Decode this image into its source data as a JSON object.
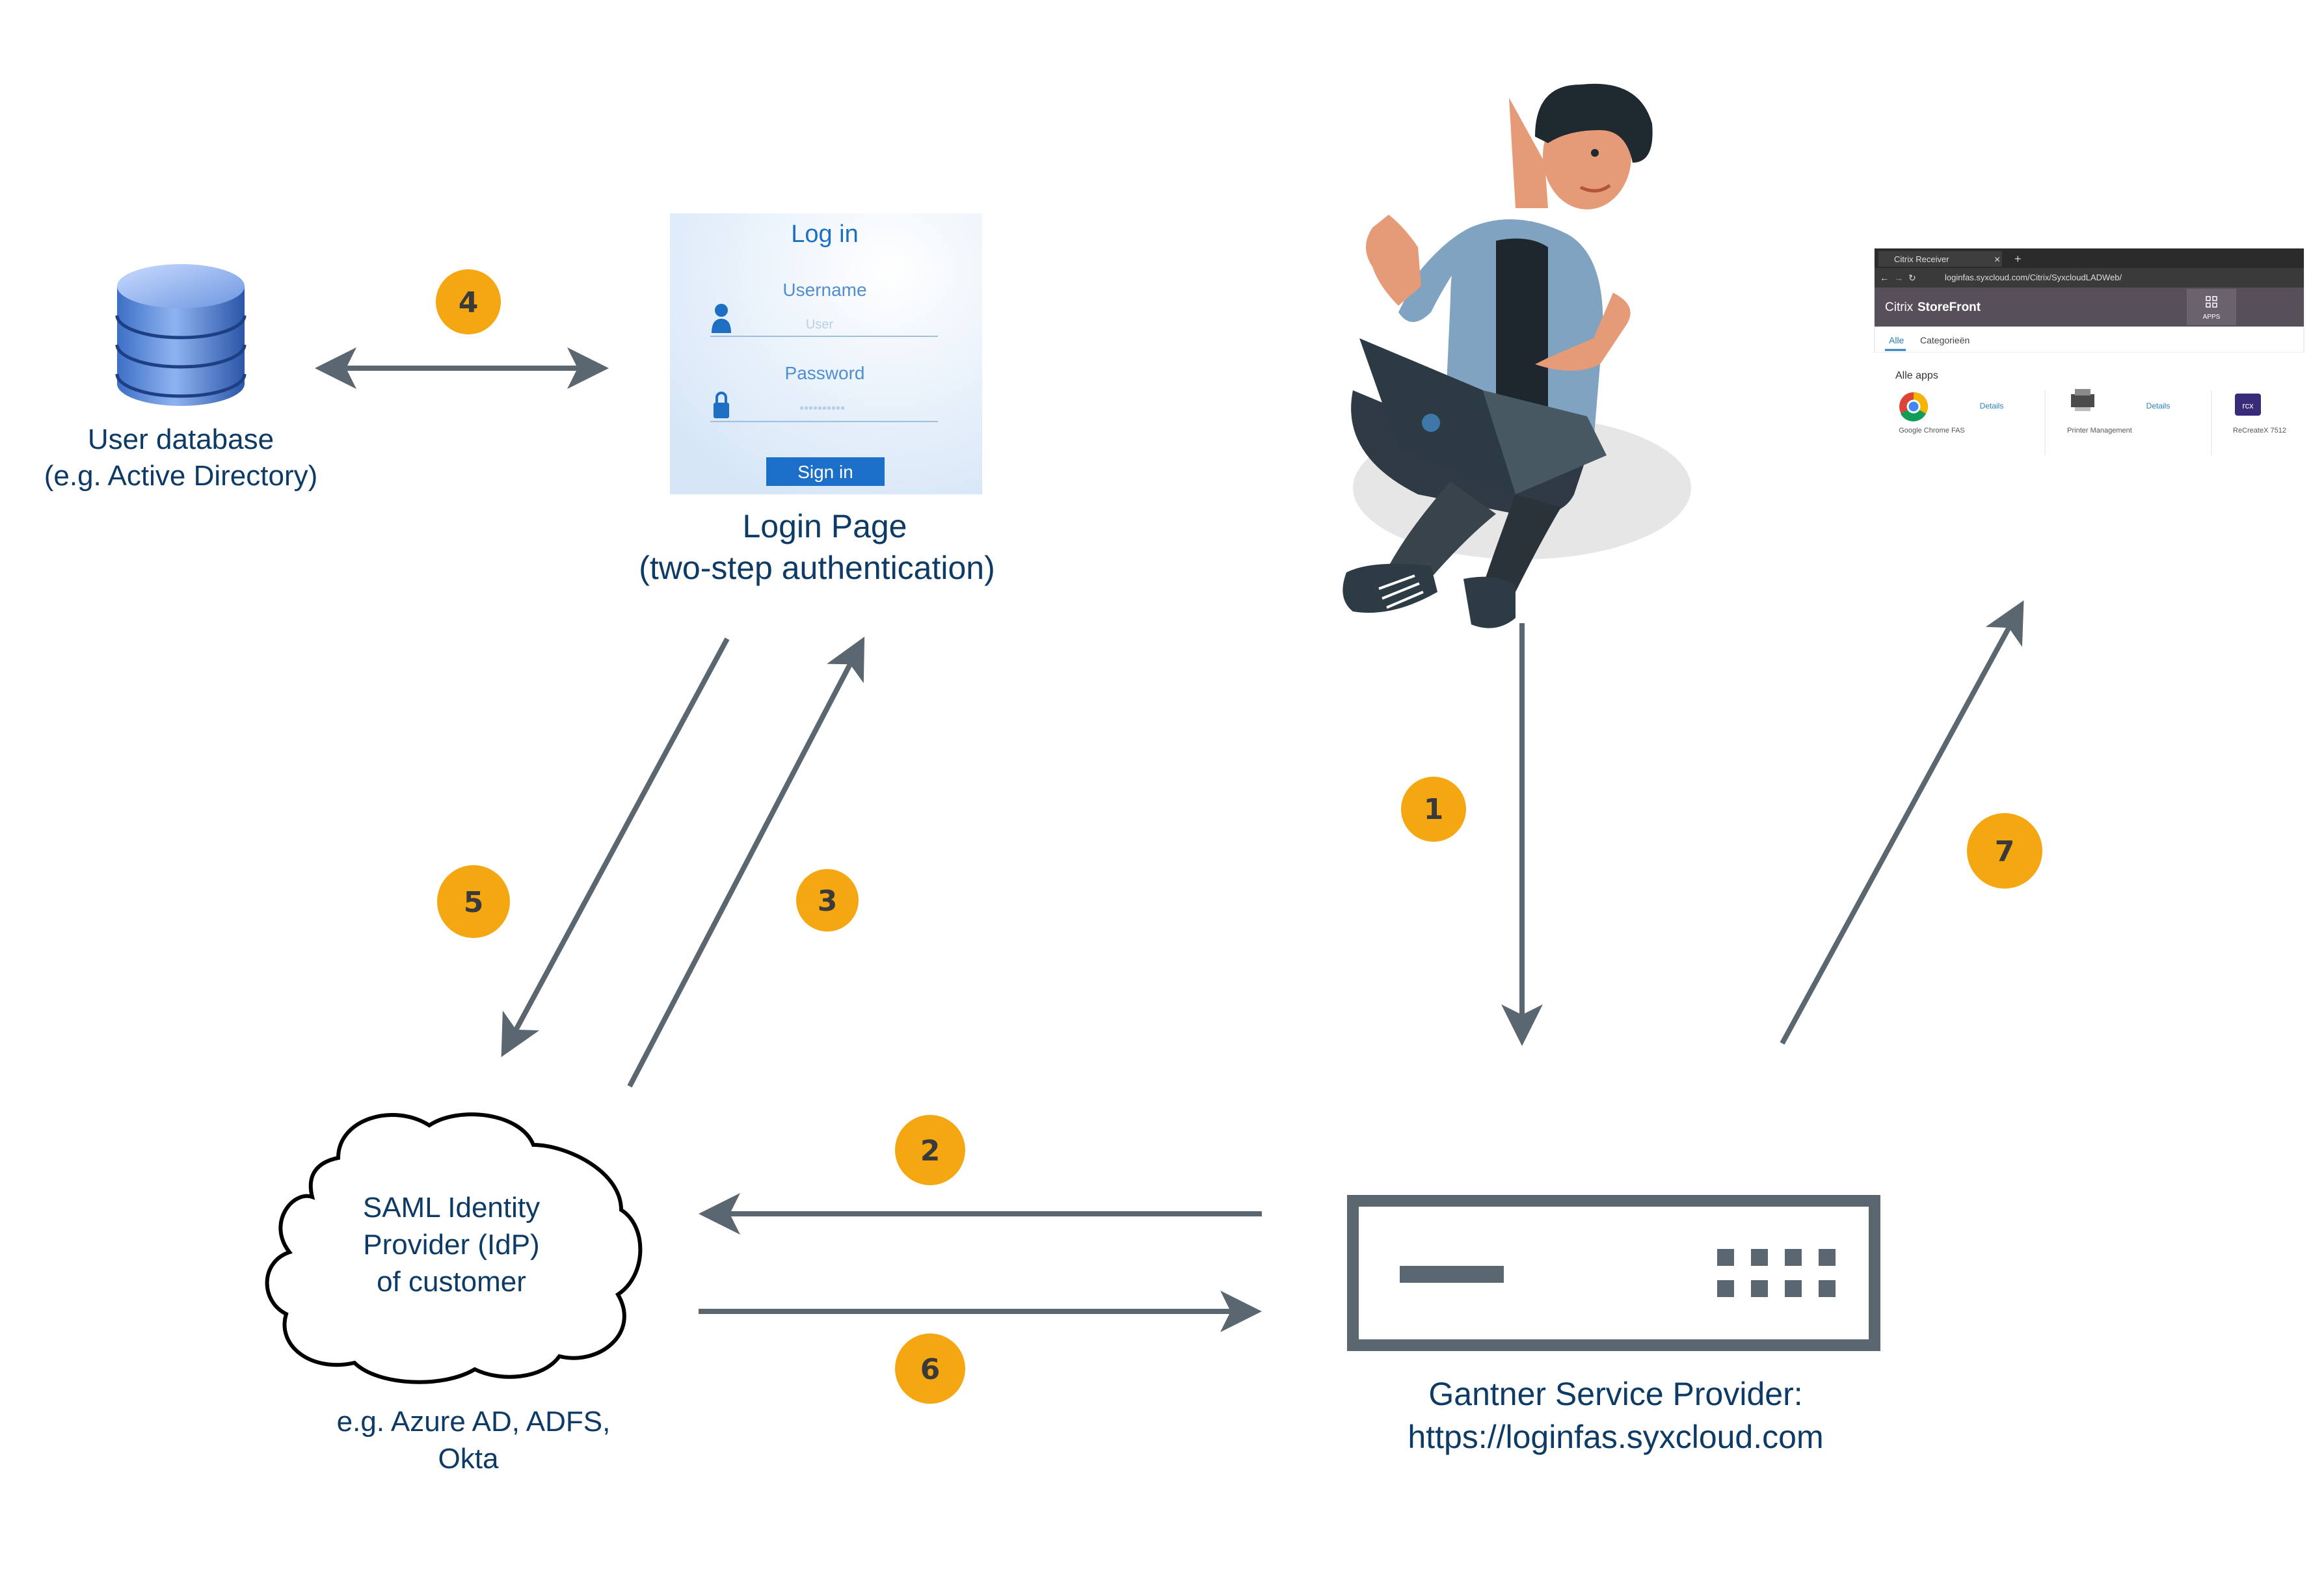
{
  "nodes": {
    "user_database": {
      "label_line1": "User database",
      "label_line2": "(e.g. Active Directory)"
    },
    "login_page": {
      "label_line1": "Login Page",
      "label_line2": "(two-step authentication)",
      "form": {
        "title": "Log in",
        "username_label": "Username",
        "username_placeholder": "User",
        "password_label": "Password",
        "password_placeholder": "••••••••••",
        "submit_label": "Sign in"
      }
    },
    "idp": {
      "label_line1": "SAML Identity",
      "label_line2": "Provider (IdP)",
      "label_line3": "of customer",
      "examples_line1": "e.g. Azure AD, ADFS,",
      "examples_line2": "Okta"
    },
    "service_provider": {
      "label_line1": "Gantner Service Provider:",
      "label_line2": "https://loginfas.syxcloud.com"
    },
    "storefront": {
      "tab_title": "Citrix Receiver",
      "url": "loginfas.syxcloud.com/Citrix/SyxcloudLADWeb/",
      "brand_prefix": "Citrix",
      "brand_name": "StoreFront",
      "apps_label": "APPS",
      "tabs": [
        "Alle",
        "Categorieën"
      ],
      "section_title": "Alle apps",
      "apps": [
        {
          "name": "Google Chrome FAS",
          "details": "Details"
        },
        {
          "name": "Printer Management",
          "details": "Details"
        },
        {
          "name": "ReCreateX 7512",
          "details": "",
          "badge": "rcx"
        }
      ]
    }
  },
  "steps": [
    "1",
    "2",
    "3",
    "4",
    "5",
    "6",
    "7"
  ],
  "colors": {
    "badge": "#f5a712",
    "arrow": "#5a6670",
    "label": "#0d3b66",
    "server": "#5a6670"
  }
}
